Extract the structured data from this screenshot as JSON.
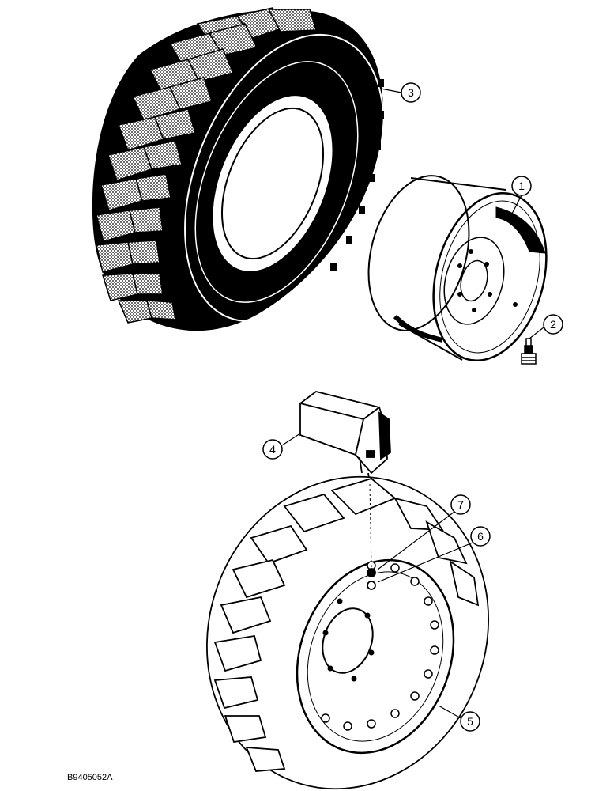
{
  "diagram": {
    "callouts": [
      "1",
      "2",
      "3",
      "4",
      "5",
      "6",
      "7"
    ],
    "reference_number": "B9405052A"
  }
}
